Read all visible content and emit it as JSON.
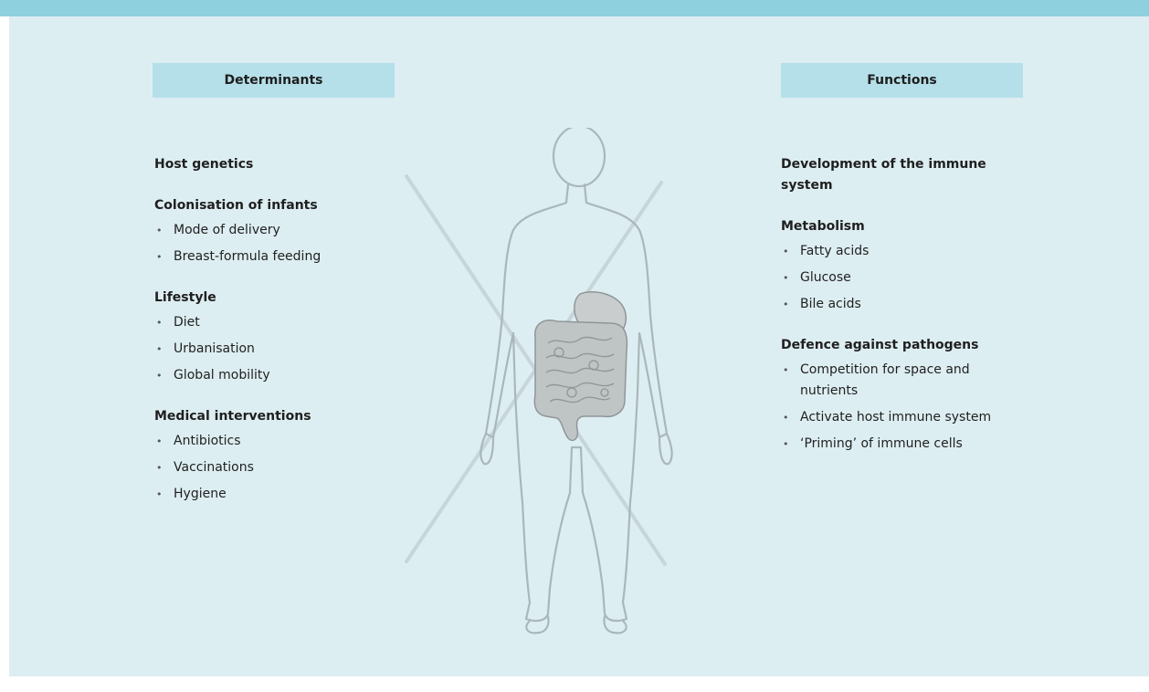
{
  "colors": {
    "topbar": "#8fd0de",
    "panel": "#ddeef2",
    "header_box": "#b6e0e9"
  },
  "headers": {
    "determinants": "Determinants",
    "functions": "Functions"
  },
  "determinants": [
    {
      "title": "Host genetics",
      "items": []
    },
    {
      "title": "Colonisation of infants",
      "items": [
        "Mode of delivery",
        "Breast-formula feeding"
      ]
    },
    {
      "title": "Lifestyle",
      "items": [
        "Diet",
        "Urbanisation",
        "Global mobility"
      ]
    },
    {
      "title": "Medical interventions",
      "items": [
        "Antibiotics",
        "Vaccinations",
        "Hygiene"
      ]
    }
  ],
  "functions": [
    {
      "title": "Development of the immune system",
      "items": []
    },
    {
      "title": "Metabolism",
      "items": [
        "Fatty acids",
        "Glucose",
        "Bile acids"
      ]
    },
    {
      "title": "Defence against pathogens",
      "items": [
        "Competition for space and nutrients",
        "Activate host immune system",
        "‘Priming’ of immune cells"
      ]
    }
  ],
  "icons": {
    "body": "human-body-outline-icon",
    "gut": "digestive-tract-icon"
  }
}
